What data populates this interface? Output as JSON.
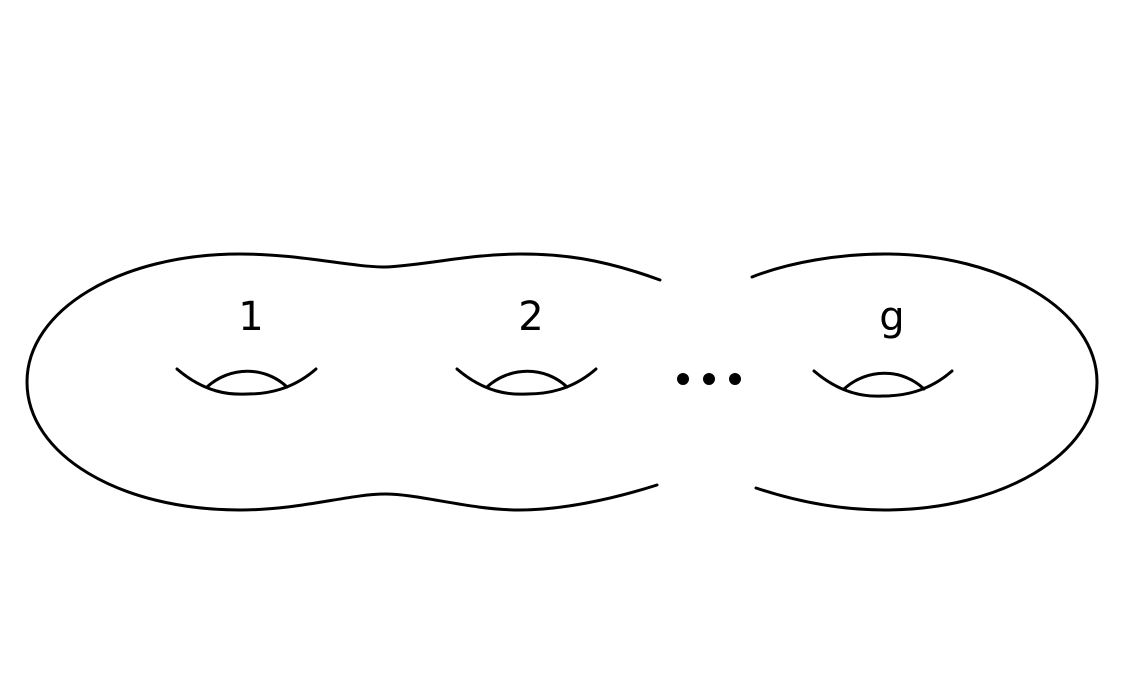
{
  "diagram": {
    "handle_labels": [
      "1",
      "2",
      "g"
    ],
    "ellipsis": "•••",
    "stroke_color": "#000000",
    "background_color": "#ffffff"
  }
}
